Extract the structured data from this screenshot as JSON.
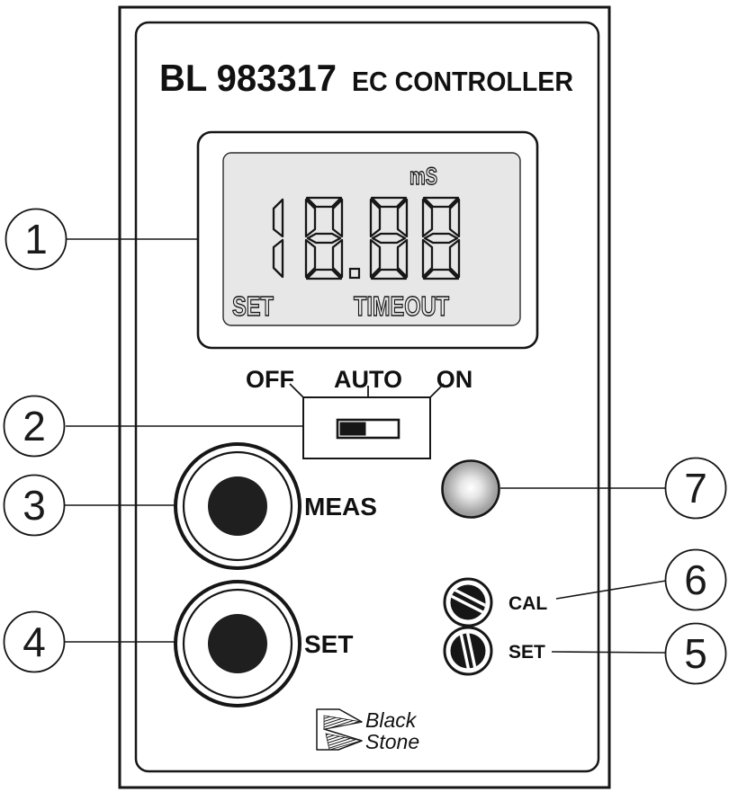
{
  "device": {
    "model": "BL 983317",
    "type_label": "EC CONTROLLER"
  },
  "lcd": {
    "value": "18.88",
    "unit": "mS",
    "annunciators": {
      "set": "SET",
      "timeout": "TIMEOUT"
    }
  },
  "mode_switch": {
    "labels": [
      "OFF",
      "AUTO",
      "ON"
    ],
    "knob_position": "left"
  },
  "buttons": [
    {
      "id": "meas",
      "label": "MEAS"
    },
    {
      "id": "set",
      "label": "SET"
    }
  ],
  "leds": {
    "cal_label": "CAL",
    "set_label": "SET"
  },
  "logo": {
    "line1": "Black",
    "line2": "Stone"
  },
  "callouts": {
    "c1": "1",
    "c2": "2",
    "c3": "3",
    "c4": "4",
    "c5": "5",
    "c6": "6",
    "c7": "7"
  },
  "colors": {
    "ink": "#161616",
    "lcd_background": "#e7e7e7",
    "led_sphere_edge": "#8c8c8c"
  }
}
